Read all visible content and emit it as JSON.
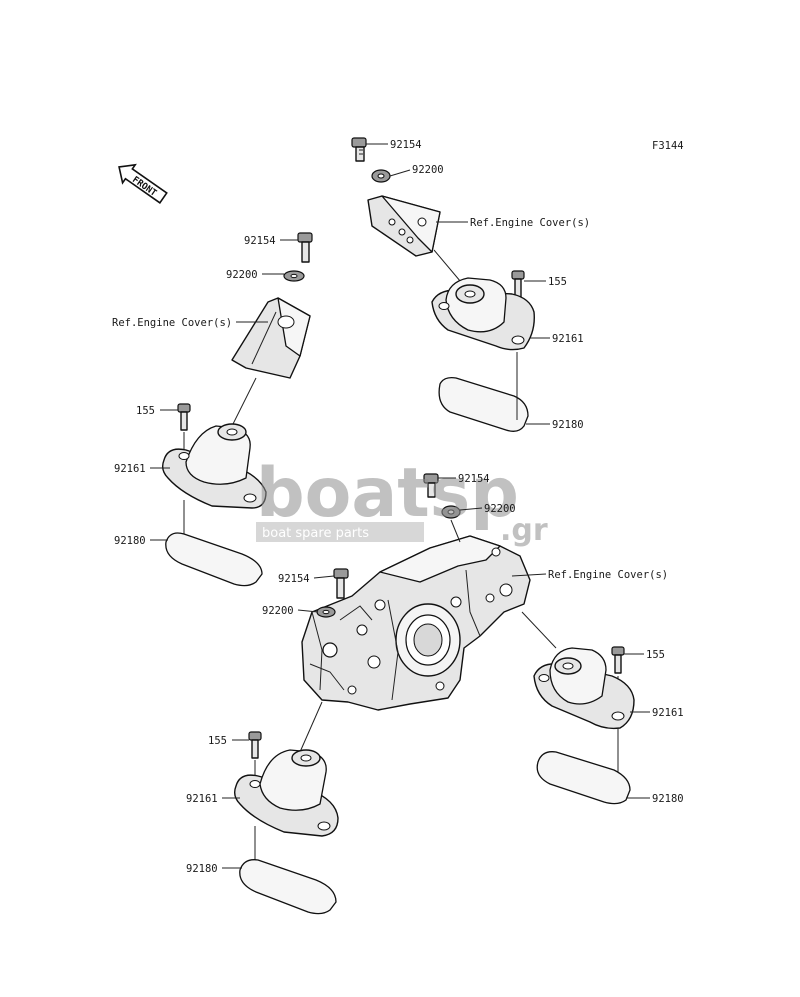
{
  "figure_code": "F3144",
  "front_marker": "FRONT",
  "watermark": {
    "brand_main": "boatsp",
    "brand_suffix": ".gr",
    "tagline": "boat spare parts"
  },
  "colors": {
    "line": "#111111",
    "watermark_gray": "#9a9a9a",
    "watermark_bar": "#c8c8c8"
  },
  "callouts": [
    {
      "id": "c1",
      "text": "92154"
    },
    {
      "id": "c2",
      "text": "92200"
    },
    {
      "id": "c3",
      "text": "Ref.Engine Cover(s)"
    },
    {
      "id": "c4",
      "text": "155"
    },
    {
      "id": "c5",
      "text": "92161"
    },
    {
      "id": "c6",
      "text": "92180"
    },
    {
      "id": "c7",
      "text": "92154"
    },
    {
      "id": "c8",
      "text": "92200"
    },
    {
      "id": "c9",
      "text": "Ref.Engine Cover(s)"
    },
    {
      "id": "c10",
      "text": "155"
    },
    {
      "id": "c11",
      "text": "92161"
    },
    {
      "id": "c12",
      "text": "92180"
    },
    {
      "id": "c13",
      "text": "92154"
    },
    {
      "id": "c14",
      "text": "92200"
    },
    {
      "id": "c15",
      "text": "Ref.Engine Cover(s)"
    },
    {
      "id": "c16",
      "text": "92154"
    },
    {
      "id": "c17",
      "text": "92200"
    },
    {
      "id": "c18",
      "text": "155"
    },
    {
      "id": "c19",
      "text": "92161"
    },
    {
      "id": "c20",
      "text": "92180"
    },
    {
      "id": "c21",
      "text": "155"
    },
    {
      "id": "c22",
      "text": "92161"
    },
    {
      "id": "c23",
      "text": "92180"
    }
  ]
}
